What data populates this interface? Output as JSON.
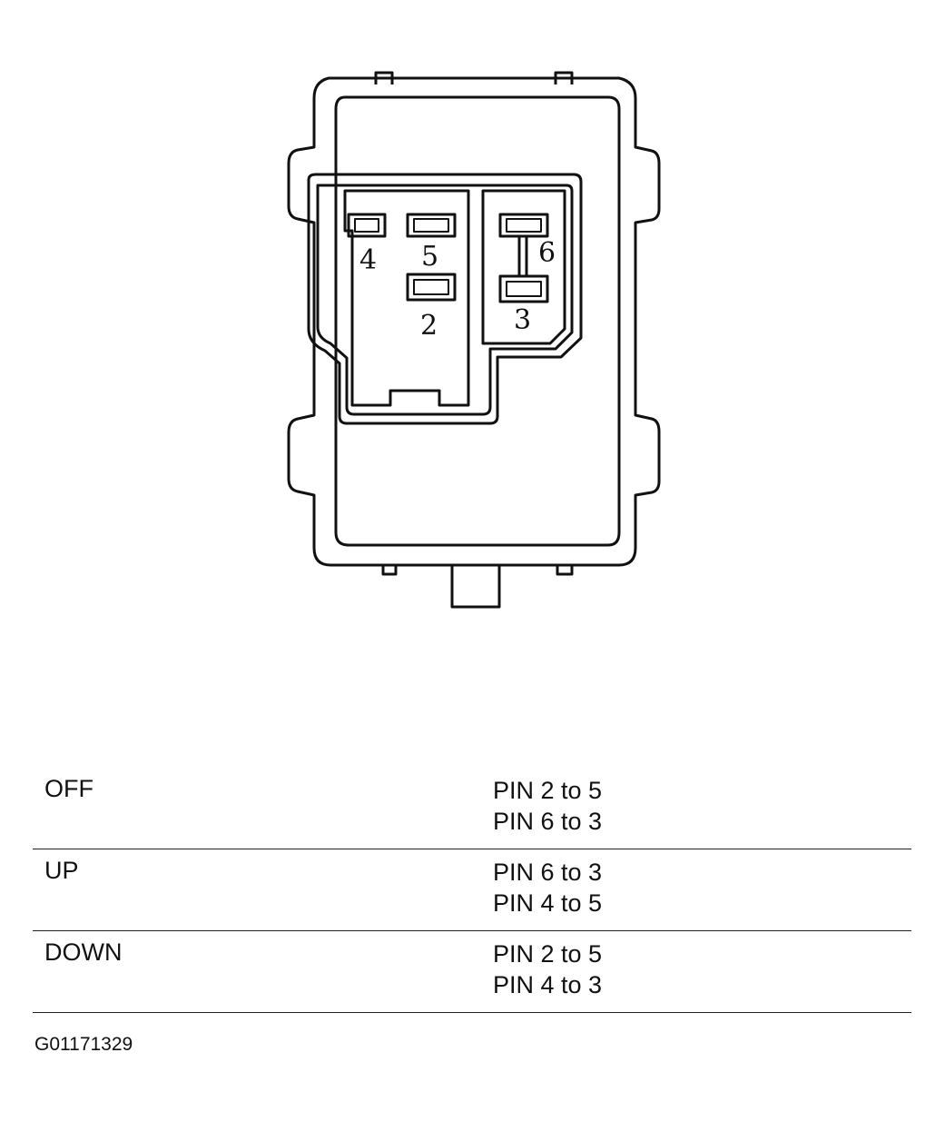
{
  "diagram": {
    "pin_labels": [
      "4",
      "5",
      "2",
      "6",
      "3"
    ]
  },
  "continuity": [
    {
      "state": "OFF",
      "pins": [
        "PIN 2 to 5",
        "PIN 6 to 3"
      ]
    },
    {
      "state": "UP",
      "pins": [
        "PIN 6 to 3",
        "PIN 4 to 5"
      ]
    },
    {
      "state": "DOWN",
      "pins": [
        "PIN 2 to 5",
        "PIN 4 to 3"
      ]
    }
  ],
  "figure_id": "G01171329"
}
